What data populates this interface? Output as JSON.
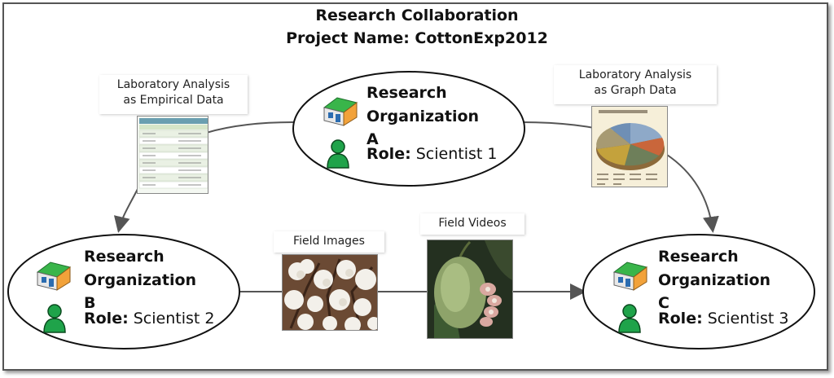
{
  "title": {
    "line1": "Research Collaboration",
    "line2": "Project Name: CottonExp2012"
  },
  "organizations": [
    {
      "name_line1": "Research",
      "name_line2": "Organization A",
      "role_label": "Role:",
      "role_value": " Scientist 1"
    },
    {
      "name_line1": "Research",
      "name_line2": "Organization B",
      "role_label": "Role:",
      "role_value": " Scientist 2"
    },
    {
      "name_line1": "Research",
      "name_line2": "Organization C",
      "role_label": "Role:",
      "role_value": " Scientist 3"
    }
  ],
  "artifacts": {
    "empirical": {
      "line1": "Laboratory Analysis",
      "line2": "as Empirical Data"
    },
    "graph": {
      "line1": "Laboratory Analysis",
      "line2": "as Graph Data"
    },
    "images": {
      "label": "Field Images"
    },
    "videos": {
      "label": "Field Videos"
    }
  },
  "colors": {
    "border": "#555555",
    "org_icon_green": "#1fa34a",
    "arrow": "#555555"
  },
  "icons": [
    "building-icon",
    "person-icon"
  ]
}
